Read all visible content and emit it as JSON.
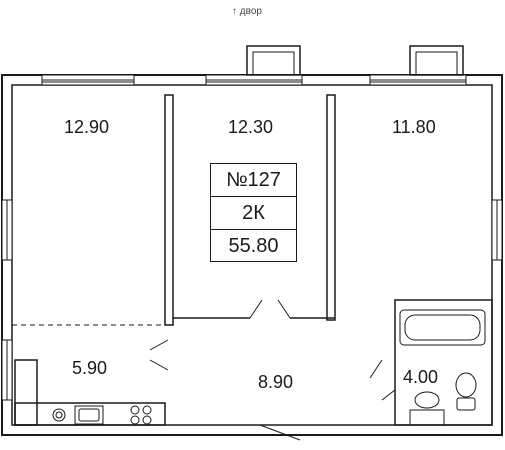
{
  "orientation": {
    "arrow": "↑",
    "label": "двор"
  },
  "apartment": {
    "number": "№127",
    "type": "2К",
    "total_area": "55.80"
  },
  "rooms": [
    {
      "id": "room-left",
      "area": "12.90"
    },
    {
      "id": "room-middle",
      "area": "12.30"
    },
    {
      "id": "room-right",
      "area": "11.80"
    },
    {
      "id": "kitchen",
      "area": "5.90"
    },
    {
      "id": "hall",
      "area": "8.90"
    },
    {
      "id": "bathroom",
      "area": "4.00"
    }
  ],
  "colors": {
    "wall": "#1a1a1a",
    "line": "#333333",
    "background": "#ffffff"
  }
}
